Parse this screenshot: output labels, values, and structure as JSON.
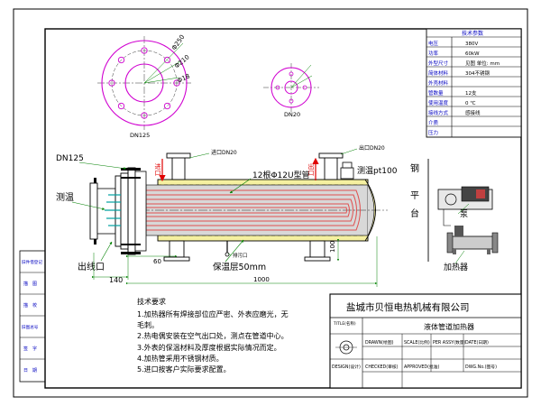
{
  "colors": {
    "border": "#000000",
    "dimension": "#008000",
    "magenta": "#d000d0",
    "red": "#e00000",
    "cyan": "#00a0a0",
    "blue": "#0000e0",
    "insulation": "#f5f0a0",
    "tube_red": "#e05050",
    "table_header": "#0000c0"
  },
  "icons": [
    "flange-icon",
    "pump-icon",
    "heater-assembly-icon",
    "projection-symbol-icon"
  ],
  "sidebar": {
    "items": [
      "旧件借登记",
      "描　图",
      "描　校",
      "旧图总号",
      "签　字",
      "日　期"
    ]
  },
  "flanges": {
    "large_label": "DN125",
    "large_dims": [
      "Φ250",
      "Φ210",
      "Φ18"
    ],
    "small_label": "DN20"
  },
  "spec": {
    "title": "技术参数",
    "rows": [
      {
        "label": "电压",
        "value": "380V"
      },
      {
        "label": "功率",
        "value": "60kW"
      },
      {
        "label": "外型尺寸",
        "value": "见图   单位: mm"
      },
      {
        "label": "简体材料",
        "value": "304不锈钢"
      },
      {
        "label": "外壳材料",
        "value": ""
      },
      {
        "label": "管数量",
        "value": "12支"
      },
      {
        "label": "使用温度",
        "value": "0        ℃"
      },
      {
        "label": "接线方式",
        "value": "感接线"
      },
      {
        "label": "介质",
        "value": ""
      },
      {
        "label": "压力",
        "value": ""
      }
    ]
  },
  "drawing": {
    "dn125": "DN125",
    "inlet": "进口DN20",
    "outlet": "出口DN20",
    "inlet_arrow": "进口",
    "outlet_arrow": "出口",
    "tubes": "12根Φ12U型管",
    "temp_left": "测温",
    "temp_right": "测温pt100",
    "exhaust": "排污口",
    "wiring": "出线口",
    "insulation": "保温层50mm",
    "dims": {
      "d1": "140",
      "d2": "60",
      "d3": "1000",
      "d4": "100"
    }
  },
  "inset": {
    "label_steel": "钢",
    "label_platform": "平",
    "label_stand": "台",
    "pump": "泵",
    "heater": "加热器"
  },
  "notes": {
    "title": "技术要求",
    "lines": [
      "1.加热器所有焊接部位应严密、外表应磨光，无",
      "毛刺。",
      "2.热电偶安装在空气出口处，测点在管道中心。",
      "3.外表的保温材料及厚度根据实际情况而定。",
      "4.加热管采用不锈钢材质。",
      "5.进口按客户实际要求配置。"
    ]
  },
  "titleblock": {
    "company": "盐城市贝恒电热机械有限公司",
    "title_label": "TITLE(名称)",
    "title_value": "液体管道加热器",
    "drawn": "DRAWN(绘图)",
    "scale": "SCALE(比例)",
    "per_assy": "PER ASSY(数量)",
    "date": "DATE(日期)",
    "design": "DESIGN(设计)",
    "checked": "CHECKED(审核)",
    "approved": "APPROVED(批准)",
    "dwg": "DWG.No.(图号)"
  }
}
